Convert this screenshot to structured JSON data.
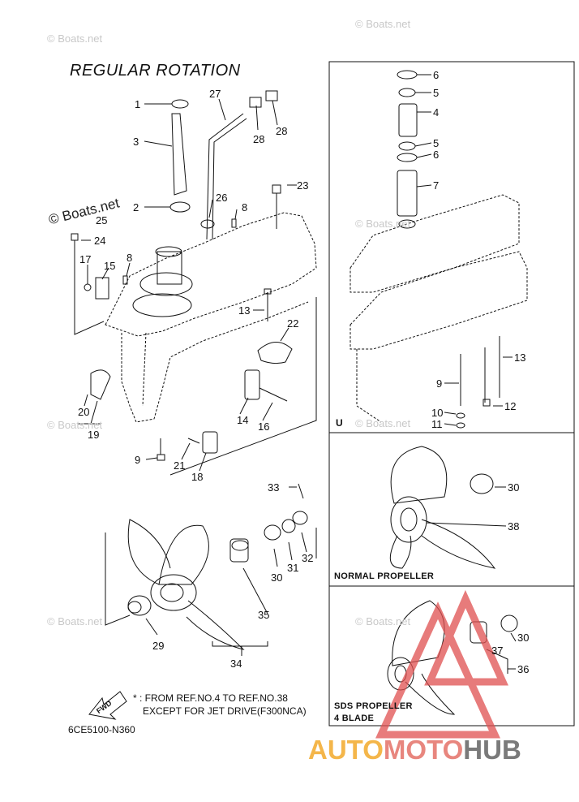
{
  "title": "REGULAR ROTATION",
  "watermark": "© Boats.net",
  "part_code": "6CE5100-N360",
  "note": {
    "symbol": "*",
    "line1": ": FROM REF.NO.4 TO REF.NO.38",
    "line2": "EXCEPT FOR JET DRIVE(F300NCA)",
    "fwd_label": "FWD"
  },
  "boxes": {
    "u_label": "U",
    "normal_propeller": "NORMAL PROPELLER",
    "sds_propeller_line1": "SDS PROPELLER",
    "sds_propeller_line2": "4 BLADE"
  },
  "logo": {
    "part1": "AUTO",
    "part2": "MOTO",
    "part3": "HUB"
  },
  "colors": {
    "logo_auto": "#f4b64a",
    "logo_moto": "#e8867e",
    "logo_hub": "#7a7a7a",
    "logo_triangle": "#e05050"
  },
  "callouts": [
    "1",
    "3",
    "27",
    "28",
    "28",
    "2",
    "26",
    "8",
    "23",
    "25",
    "24",
    "17",
    "15",
    "8",
    "13",
    "22",
    "20",
    "19",
    "14",
    "16",
    "9",
    "21",
    "18",
    "33",
    "32",
    "31",
    "30",
    "35",
    "29",
    "34",
    "6",
    "5",
    "4",
    "5",
    "6",
    "7",
    "13",
    "9",
    "10",
    "12",
    "11",
    "30",
    "38",
    "30",
    "37",
    "36"
  ]
}
